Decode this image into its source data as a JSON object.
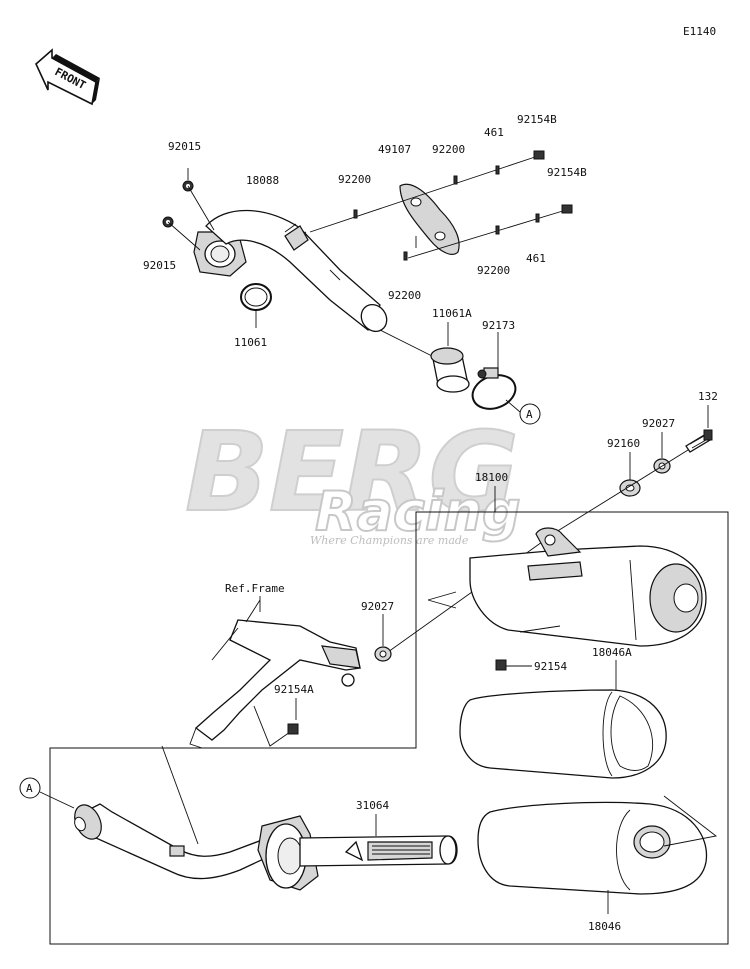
{
  "diagram_code": "E1140",
  "front_label": "FRONT",
  "ref_frame_label": "Ref.Frame",
  "callout_a": "A",
  "watermark": {
    "brand": "BERG",
    "sub": "Racing",
    "tagline": "Where Champions are made"
  },
  "parts": {
    "p92015_top": "92015",
    "p92015_left": "92015",
    "p18088": "18088",
    "p11061": "11061",
    "p92200_a": "92200",
    "p49107": "49107",
    "p92200_b": "92200",
    "p461_a": "461",
    "p92154B_a": "92154B",
    "p92154B_b": "92154B",
    "p92200_c": "92200",
    "p461_b": "461",
    "p92200_d": "92200",
    "p11061A": "11061A",
    "p92173": "92173",
    "p132": "132",
    "p92027_a": "92027",
    "p92160": "92160",
    "p18100": "18100",
    "p92027_b": "92027",
    "p92154": "92154",
    "p92154A": "92154A",
    "p18046A": "18046A",
    "p31064": "31064",
    "p18046": "18046"
  }
}
